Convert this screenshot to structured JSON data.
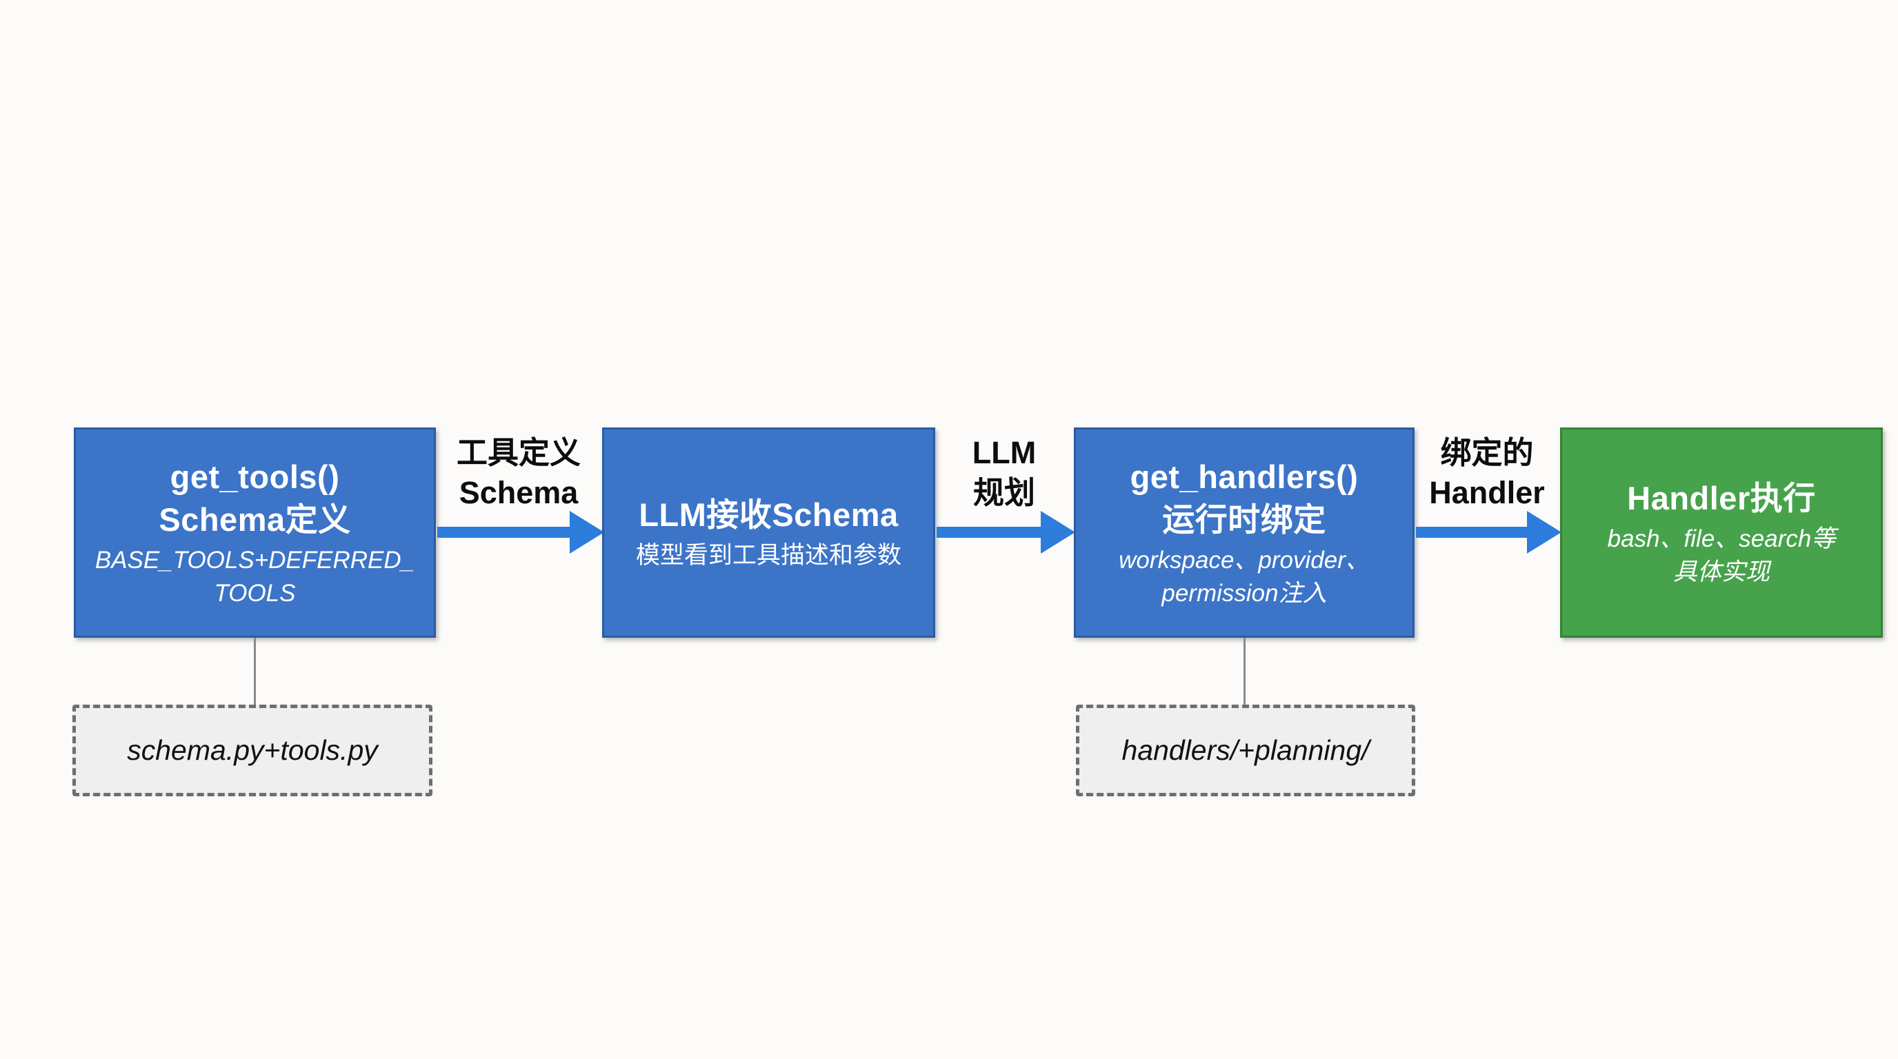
{
  "diagram": {
    "background": "#FCFBF9",
    "colors": {
      "blue_node": "#3C74C8",
      "green_node": "#47A24C",
      "arrow": "#2E7CDC",
      "node_text": "#FFFFFF",
      "label_text": "#0D0D0D",
      "note_bg": "#EFEFEF",
      "note_border": "#6E6E6E",
      "connector": "#8A8A8A"
    },
    "nodes": [
      {
        "id": "get-tools",
        "color": "#3C74C8",
        "title_lines": [
          "get_tools()",
          "Schema定义"
        ],
        "subtitle_lines": [
          "BASE_TOOLS+DEFERRED_",
          "TOOLS"
        ]
      },
      {
        "id": "llm-receive-schema",
        "color": "#3C74C8",
        "title_lines": [
          "LLM接收Schema"
        ],
        "subtitle_lines": [
          "模型看到工具描述和参数"
        ]
      },
      {
        "id": "get-handlers",
        "color": "#3C74C8",
        "title_lines": [
          "get_handlers()",
          "运行时绑定"
        ],
        "subtitle_lines": [
          "workspace、provider、",
          "permission注入"
        ]
      },
      {
        "id": "handler-exec",
        "color": "#47A24C",
        "title_lines": [
          "Handler执行"
        ],
        "subtitle_lines": [
          "bash、file、search等",
          "具体实现"
        ]
      }
    ],
    "arrows": [
      {
        "label_lines": [
          "工具定义",
          "Schema"
        ]
      },
      {
        "label_lines": [
          "LLM",
          "规划"
        ]
      },
      {
        "label_lines": [
          "绑定的",
          "Handler"
        ]
      }
    ],
    "notes": [
      {
        "text": "schema.py+tools.py"
      },
      {
        "text": "handlers/+planning/"
      }
    ]
  }
}
